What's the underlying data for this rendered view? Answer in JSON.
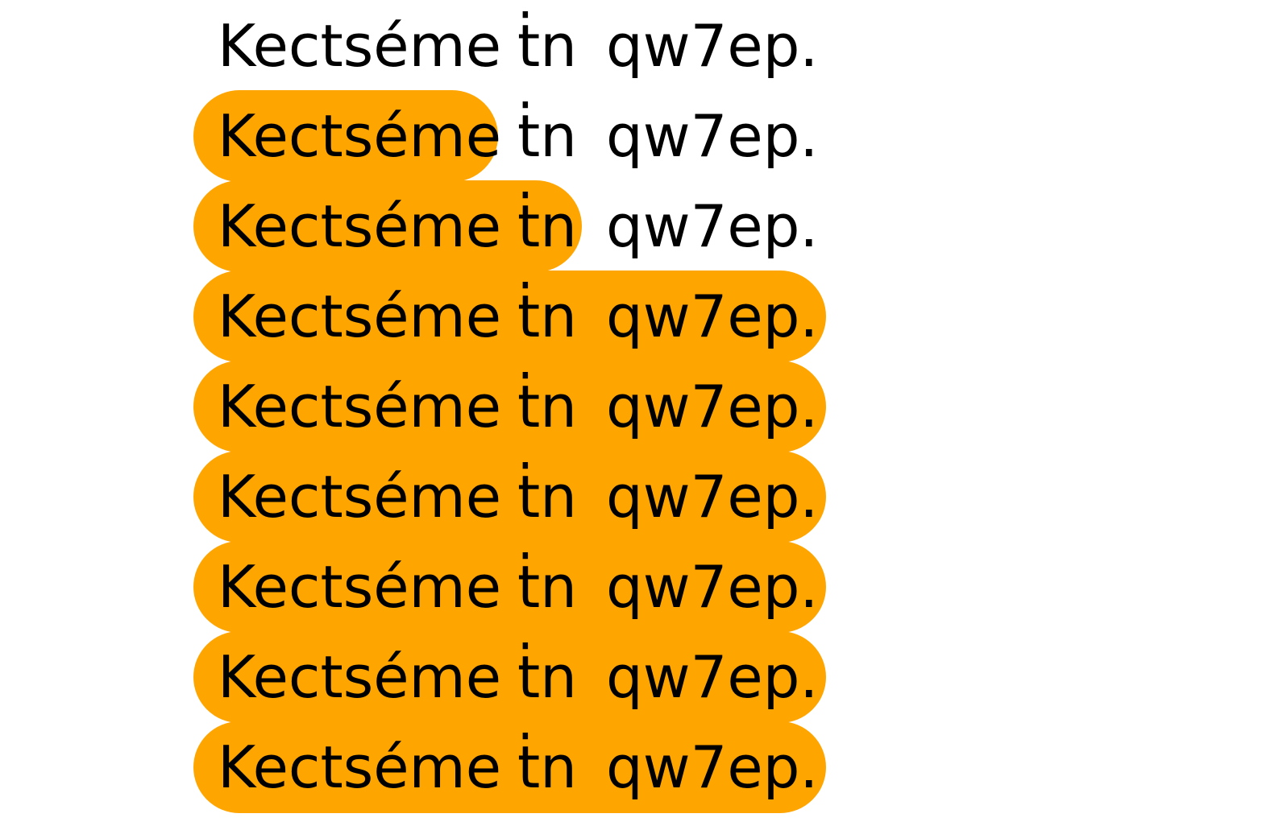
{
  "colors": {
    "highlight": "#FFA500",
    "text": "#000000",
    "background": "#FFFFFF"
  },
  "lines": [
    {
      "words": [
        "Kectséme",
        "ṫn",
        "qw7ep."
      ],
      "highlighted_words": 0
    },
    {
      "words": [
        "Kectséme",
        "ṫn",
        "qw7ep."
      ],
      "highlighted_words": 1
    },
    {
      "words": [
        "Kectséme",
        "ṫn",
        "qw7ep."
      ],
      "highlighted_words": 2
    },
    {
      "words": [
        "Kectséme",
        "ṫn",
        "qw7ep."
      ],
      "highlighted_words": 3
    },
    {
      "words": [
        "Kectséme",
        "ṫn",
        "qw7ep."
      ],
      "highlighted_words": 3
    },
    {
      "words": [
        "Kectséme",
        "ṫn",
        "qw7ep."
      ],
      "highlighted_words": 3
    },
    {
      "words": [
        "Kectséme",
        "ṫn",
        "qw7ep."
      ],
      "highlighted_words": 3
    },
    {
      "words": [
        "Kectséme",
        "ṫn",
        "qw7ep."
      ],
      "highlighted_words": 3
    },
    {
      "words": [
        "Kectséme",
        "ṫn",
        "qw7ep."
      ],
      "highlighted_words": 3
    }
  ]
}
